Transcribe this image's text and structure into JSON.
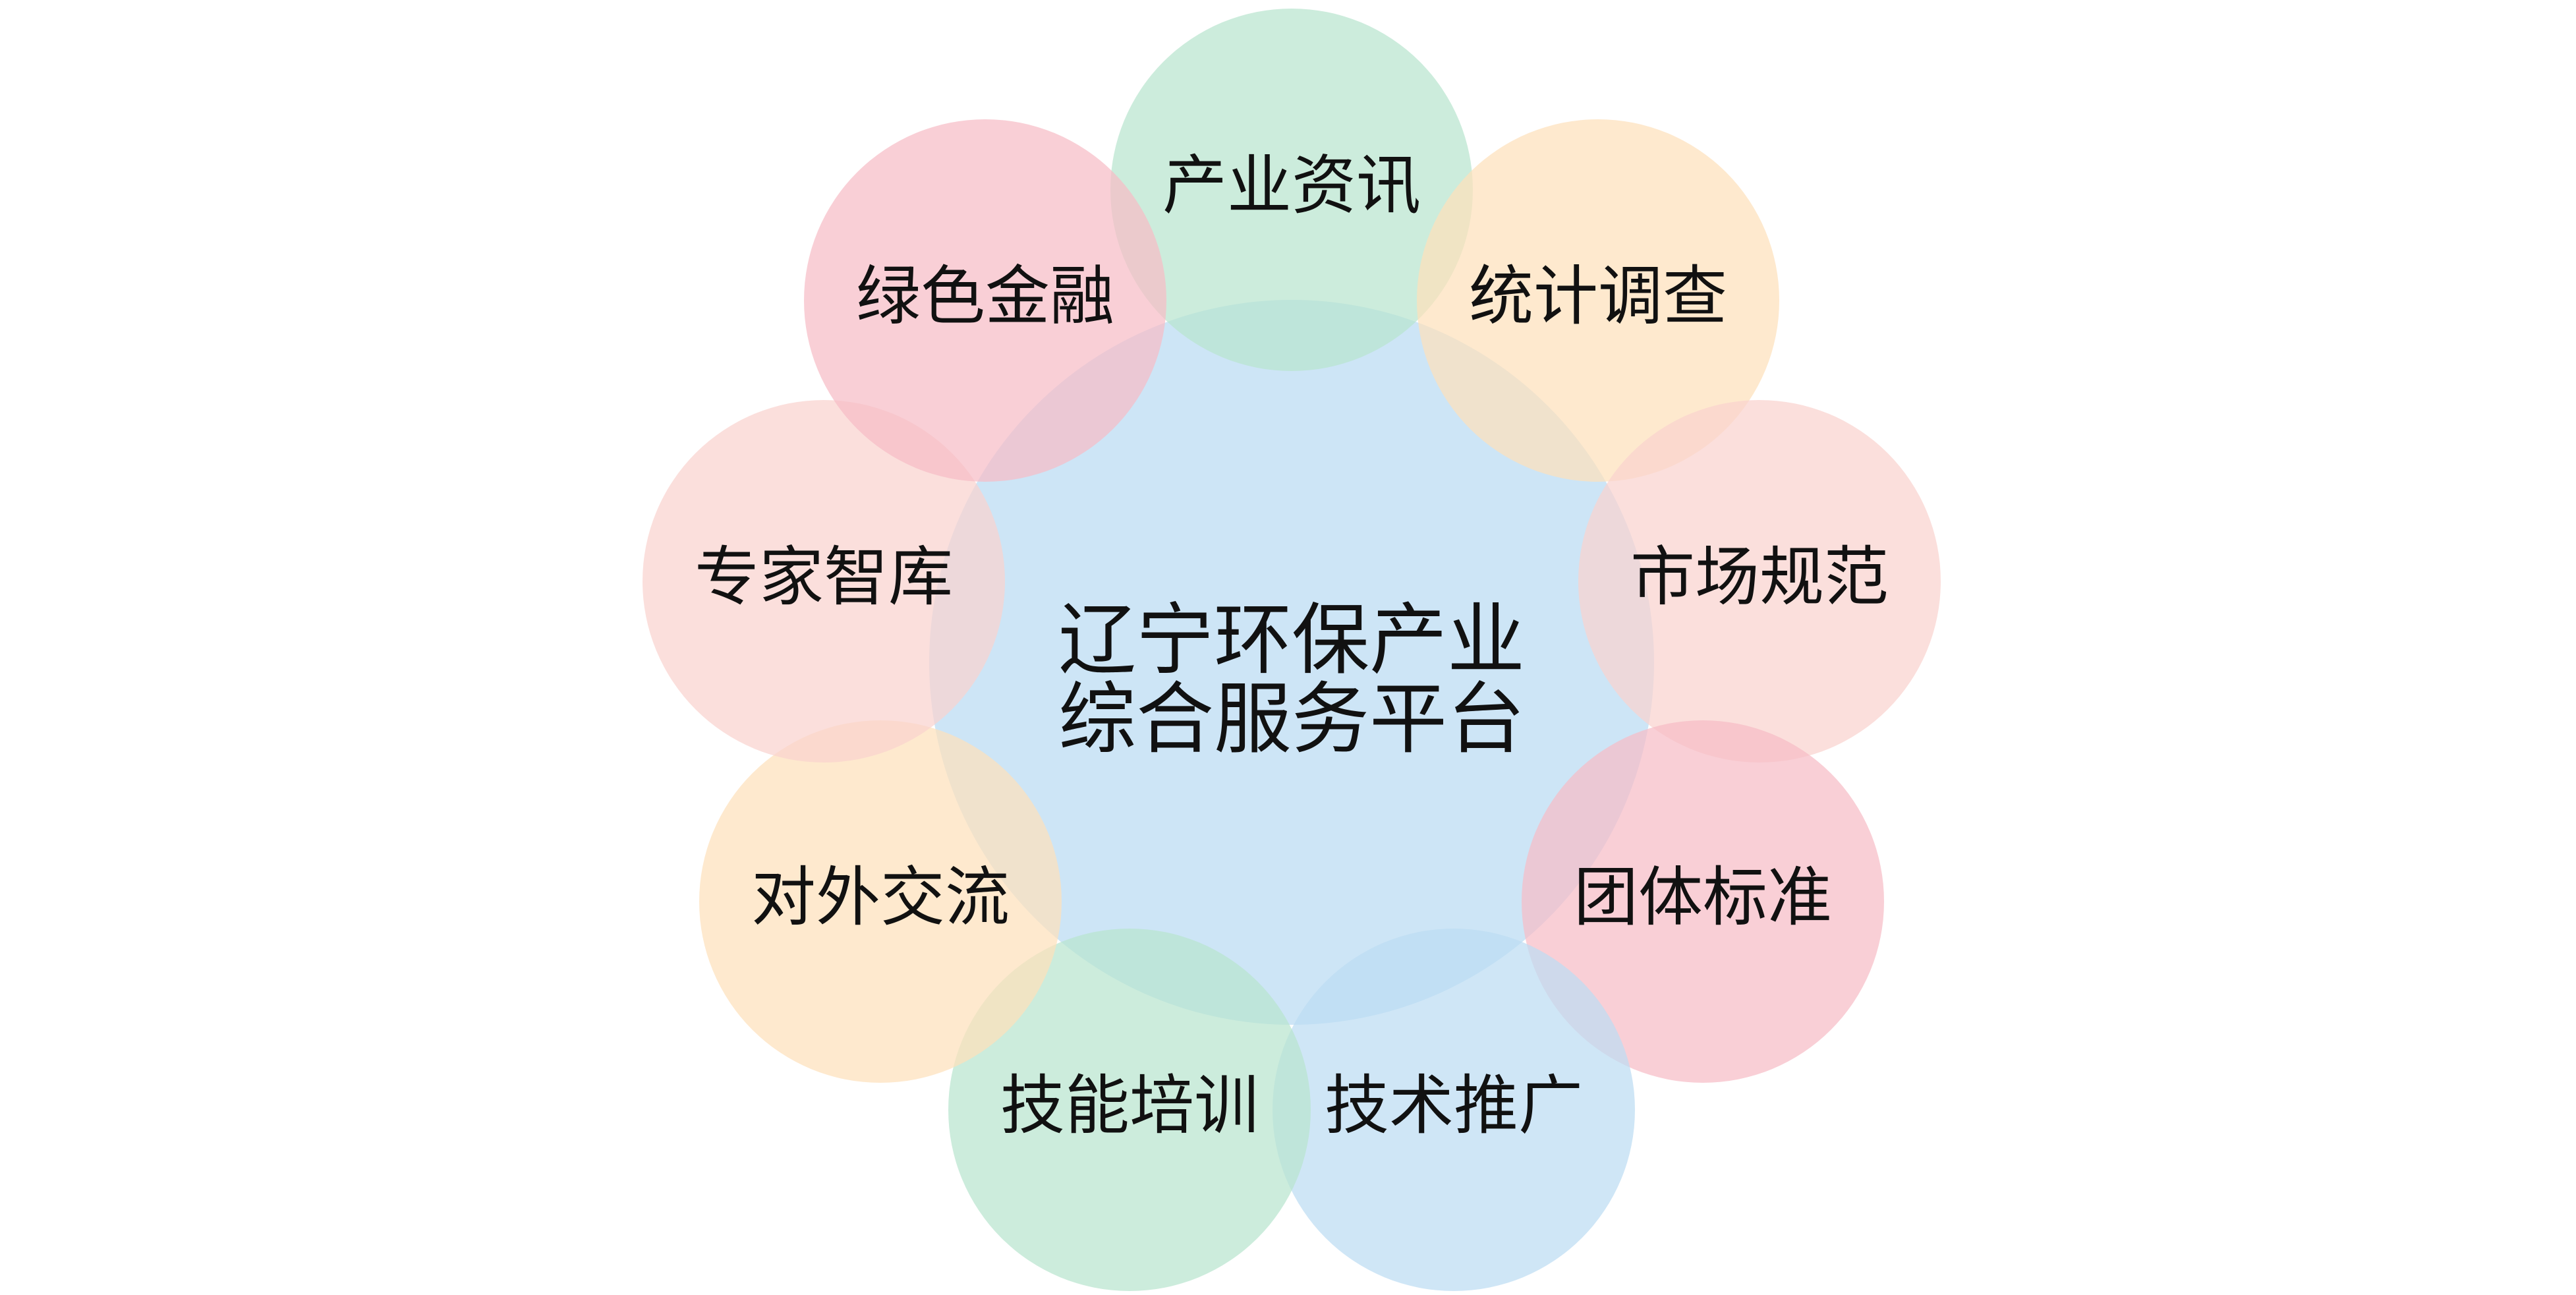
{
  "center": {
    "line1": "辽宁环保产业",
    "line2": "综合服务平台",
    "color": "#bcdcf3"
  },
  "satellites": [
    {
      "label": "产业资讯",
      "color": "#b9e5cf"
    },
    {
      "label": "统计调查",
      "color": "#fde0bb"
    },
    {
      "label": "市场规范",
      "color": "#f9d3cf"
    },
    {
      "label": "团体标准",
      "color": "#f6bcc6"
    },
    {
      "label": "技术推广",
      "color": "#bcdcf3"
    },
    {
      "label": "技能培训",
      "color": "#b9e5cf"
    },
    {
      "label": "对外交流",
      "color": "#fde0bb"
    },
    {
      "label": "专家智库",
      "color": "#f9d3cf"
    },
    {
      "label": "绿色金融",
      "color": "#f6bcc6"
    }
  ]
}
